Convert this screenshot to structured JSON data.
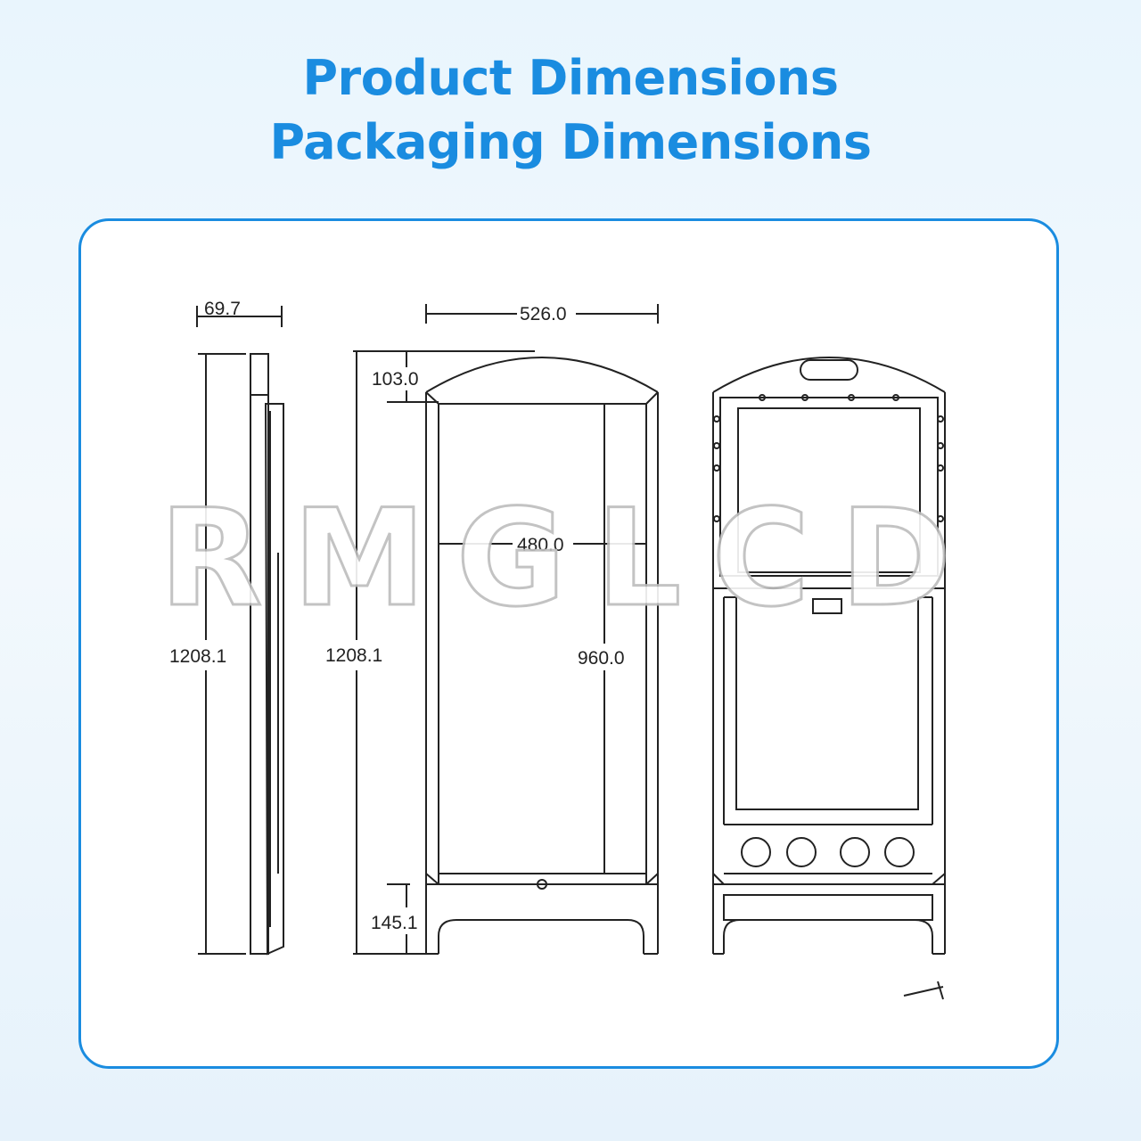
{
  "title": {
    "line1": "Product Dimensions",
    "line2": "Packaging Dimensions"
  },
  "watermark": "RMGLCD",
  "colors": {
    "accent": "#1a8ce0",
    "line": "#222222"
  },
  "dimensions": {
    "side_depth": "69.7",
    "side_height": "1208.1",
    "front_width": "526.0",
    "front_height": "1208.1",
    "top_arch": "103.0",
    "screen_width": "480.0",
    "screen_height": "960.0",
    "base_height": "145.1"
  }
}
